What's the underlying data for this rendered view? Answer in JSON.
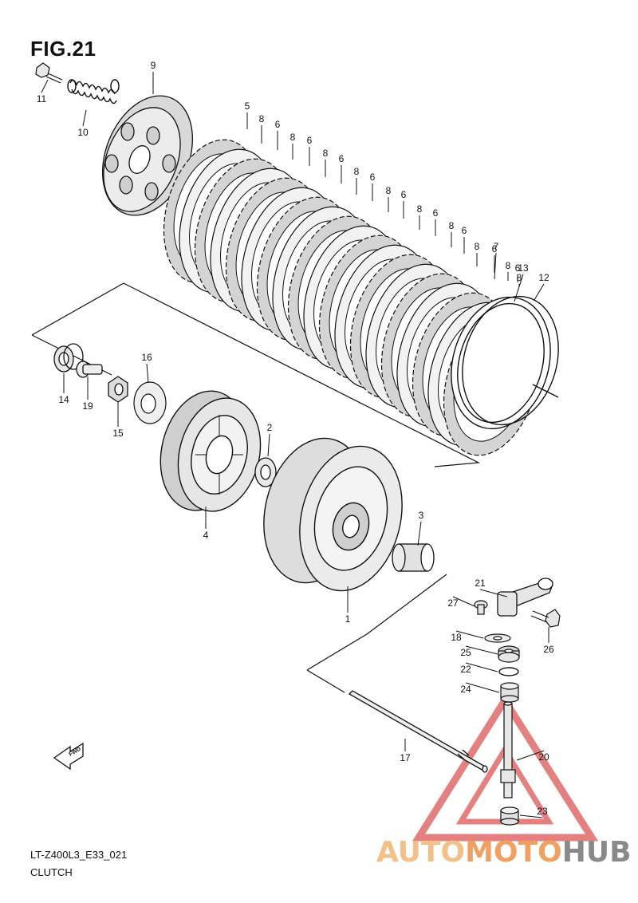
{
  "figure": {
    "title": "FIG.21",
    "code": "LT-Z400L3_E33_021",
    "name": "CLUTCH"
  },
  "watermark": {
    "parts": [
      "AUTO",
      "MOTO",
      "HUB"
    ],
    "colors": [
      "#f4c089",
      "#f0a060",
      "#8a8a8a"
    ],
    "triangle_color": "#e06a6a"
  },
  "fwd_icon": "FWD",
  "callouts": [
    "11",
    "10",
    "9",
    "5",
    "8",
    "6",
    "8",
    "6",
    "8",
    "6",
    "8",
    "6",
    "8",
    "6",
    "8",
    "6",
    "8",
    "6",
    "8",
    "6",
    "8",
    "6",
    "8",
    "7",
    "13",
    "12",
    "14",
    "19",
    "16",
    "15",
    "4",
    "2",
    "3",
    "1",
    "21",
    "27",
    "26",
    "18",
    "25",
    "22",
    "24",
    "17",
    "20",
    "23"
  ]
}
